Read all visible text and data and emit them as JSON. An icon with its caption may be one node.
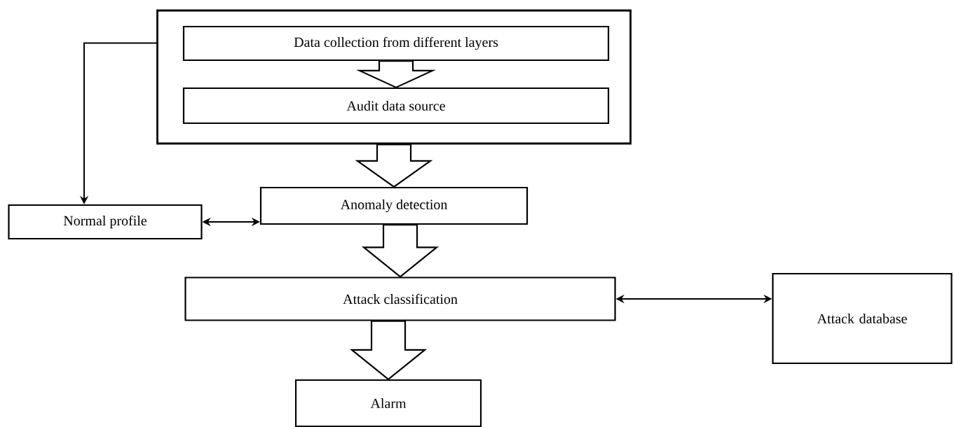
{
  "diagram": {
    "nodes": [
      {
        "text": [],
        "shape": "box"
      },
      {
        "text": [
          "Data collection from different layers"
        ],
        "in": 0
      },
      {
        "text": [
          "Audit data source"
        ],
        "in": 0
      },
      {
        "text": [
          "Anomaly detection"
        ]
      },
      {
        "text": [
          "Normal profile"
        ]
      },
      {
        "text": [
          "Attack classification"
        ]
      },
      {
        "text": [
          "Attack database"
        ]
      },
      {
        "text": [
          "Alarm"
        ]
      }
    ],
    "edges": [
      {
        "from": 1,
        "to": 2,
        "arrow": "to",
        "style": "thick"
      },
      {
        "from": 0,
        "to": 4,
        "arrow": "to"
      },
      {
        "from": 0,
        "to": 3,
        "arrow": "to",
        "style": "thick"
      },
      {
        "from": 4,
        "to": 3,
        "arrow": "both"
      },
      {
        "from": 3,
        "to": 5,
        "arrow": "to",
        "style": "thick"
      },
      {
        "from": 5,
        "to": 6,
        "arrow": "both"
      },
      {
        "from": 5,
        "to": 7,
        "arrow": "to",
        "style": "thick"
      }
    ]
  }
}
